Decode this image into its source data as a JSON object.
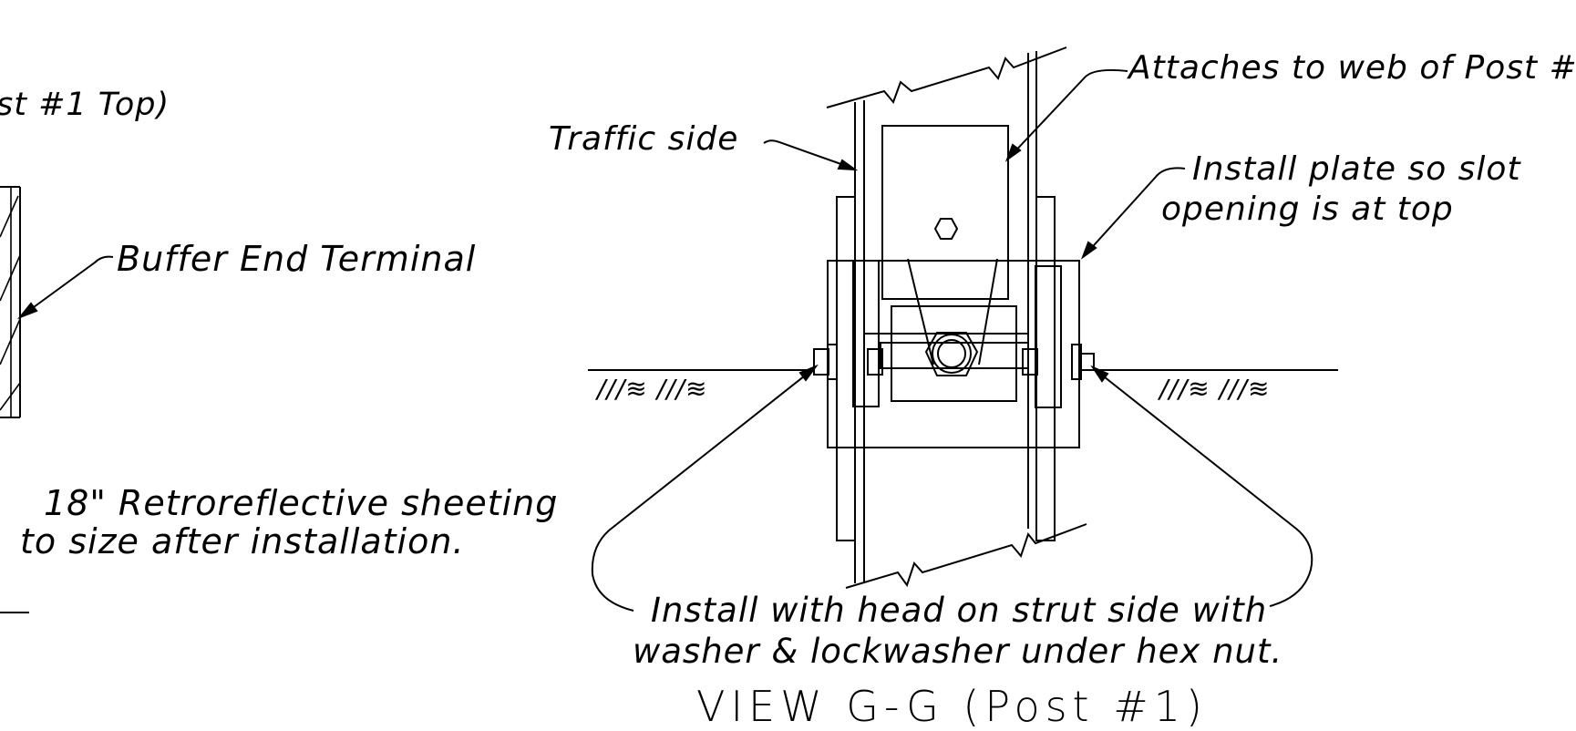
{
  "labels": {
    "post_top": "st #1 Top)",
    "buffer_end_terminal": "Buffer End Terminal",
    "retroreflective_line1": "18\" Retroreflective sheeting",
    "retroreflective_line2": "to size after installation.",
    "traffic_side": "Traffic side",
    "attaches": "Attaches to web of Post #",
    "install_plate_line1": "Install plate so slot",
    "install_plate_line2": "opening is at top",
    "install_with_line1": "Install with head on strut side with",
    "install_with_line2": "washer & lockwasher under hex nut."
  },
  "view_title": "VIEW  G-G (Post #1)",
  "ground_symbols": [
    "///≋ ///≋",
    "///≋ ///≋"
  ],
  "colors": {
    "line": "#000000",
    "background": "#ffffff"
  }
}
